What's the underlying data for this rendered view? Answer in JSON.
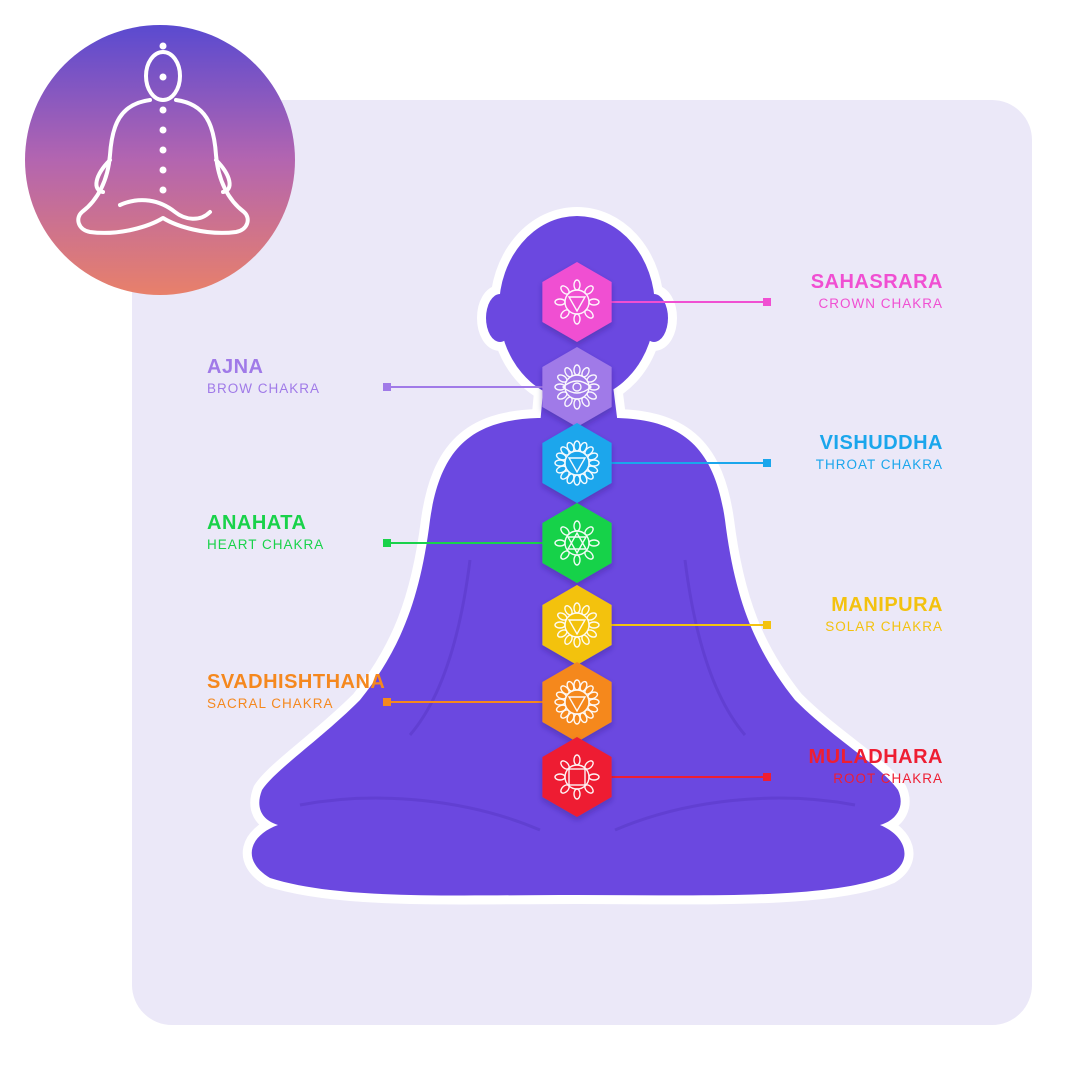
{
  "colors": {
    "panel": "#ebe8f8",
    "silhouette": "#6b48e0",
    "silhouette_outline": "#ffffff",
    "logo_gradient": [
      "#5a4ad0",
      "#b365b0",
      "#e8806a"
    ]
  },
  "logo": {
    "icon": "meditating-person-icon"
  },
  "chakras": [
    {
      "name": "SAHASRARA",
      "subtitle": "CROWN CHAKRA",
      "color": "#f04fd2",
      "side": "right",
      "icon": "thousand-petal-lotus-icon"
    },
    {
      "name": "AJNA",
      "subtitle": "BROW CHAKRA",
      "color": "#a07ae8",
      "side": "left",
      "icon": "third-eye-icon"
    },
    {
      "name": "VISHUDDHA",
      "subtitle": "THROAT CHAKRA",
      "color": "#1aa6ec",
      "side": "right",
      "icon": "sixteen-petal-lotus-icon"
    },
    {
      "name": "ANAHATA",
      "subtitle": "HEART CHAKRA",
      "color": "#19d24a",
      "side": "left",
      "icon": "hexagram-lotus-icon"
    },
    {
      "name": "MANIPURA",
      "subtitle": "SOLAR CHAKRA",
      "color": "#f3c20f",
      "side": "right",
      "icon": "triangle-lotus-icon"
    },
    {
      "name": "SVADHISHTHANA",
      "subtitle": "SACRAL CHAKRA",
      "color": "#f5881e",
      "side": "left",
      "icon": "crescent-lotus-icon"
    },
    {
      "name": "MULADHARA",
      "subtitle": "ROOT CHAKRA",
      "color": "#ee1e32",
      "side": "right",
      "icon": "square-lotus-icon"
    }
  ]
}
